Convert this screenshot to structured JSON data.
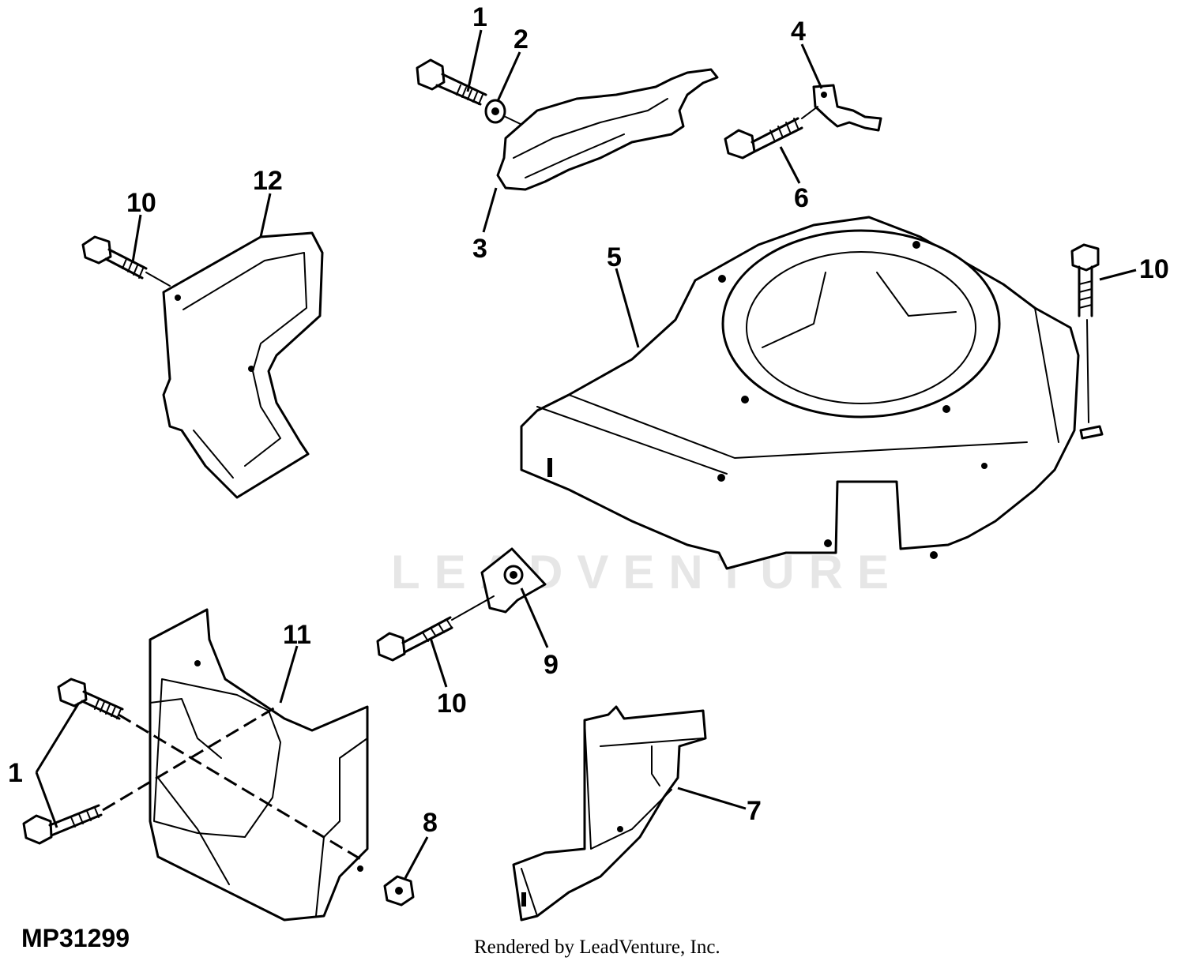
{
  "watermark": "LEADVENTURE",
  "figure_id": "MP31299",
  "credit": "Rendered by LeadVenture, Inc.",
  "callouts": [
    {
      "id": "callout-1-top",
      "text": "1"
    },
    {
      "id": "callout-2",
      "text": "2"
    },
    {
      "id": "callout-3",
      "text": "3"
    },
    {
      "id": "callout-4",
      "text": "4"
    },
    {
      "id": "callout-6",
      "text": "6"
    },
    {
      "id": "callout-10-left",
      "text": "10"
    },
    {
      "id": "callout-12",
      "text": "12"
    },
    {
      "id": "callout-5",
      "text": "5"
    },
    {
      "id": "callout-10-right",
      "text": "10"
    },
    {
      "id": "callout-11",
      "text": "11"
    },
    {
      "id": "callout-9",
      "text": "9"
    },
    {
      "id": "callout-10-bottom",
      "text": "10"
    },
    {
      "id": "callout-1-left",
      "text": "1"
    },
    {
      "id": "callout-8",
      "text": "8"
    },
    {
      "id": "callout-7",
      "text": "7"
    }
  ]
}
